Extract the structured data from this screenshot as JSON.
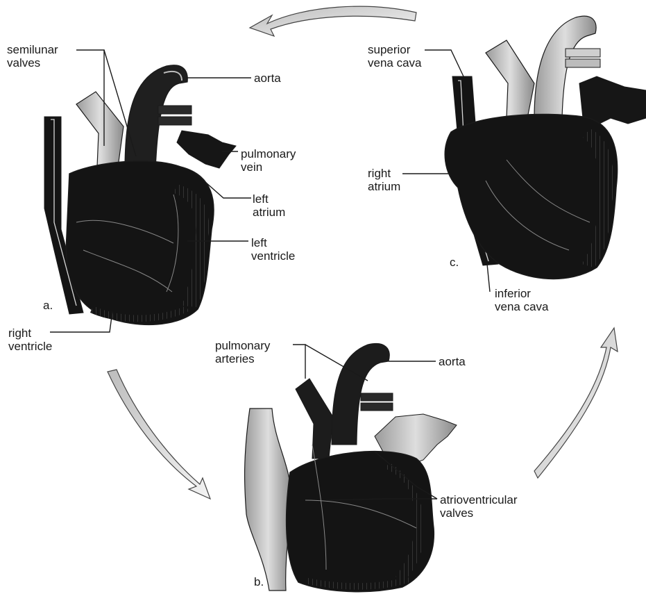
{
  "panels": {
    "a": {
      "letter": "a."
    },
    "b": {
      "letter": "b."
    },
    "c": {
      "letter": "c."
    }
  },
  "labels": {
    "semilunar_valves": [
      "semilunar",
      "valves"
    ],
    "aorta_a": [
      "aorta"
    ],
    "pulmonary_vein": [
      "pulmonary",
      "vein"
    ],
    "left_atrium": [
      "left",
      "atrium"
    ],
    "left_ventricle": [
      "left",
      "ventricle"
    ],
    "right_ventricle": [
      "right",
      "ventricle"
    ],
    "superior_vena_cava": [
      "superior",
      "vena cava"
    ],
    "right_atrium": [
      "right",
      "atrium"
    ],
    "inferior_vena_cava": [
      "inferior",
      "vena cava"
    ],
    "pulmonary_arteries": [
      "pulmonary",
      "arteries"
    ],
    "aorta_b": [
      "aorta"
    ],
    "atrioventricular_valves": [
      "atrioventricular",
      "valves"
    ]
  },
  "colors": {
    "heart_dark": "#141414",
    "vessel_light": "#cfcfcf",
    "line": "#1a1a1a",
    "arrow_fill": "#e8e8e8"
  }
}
